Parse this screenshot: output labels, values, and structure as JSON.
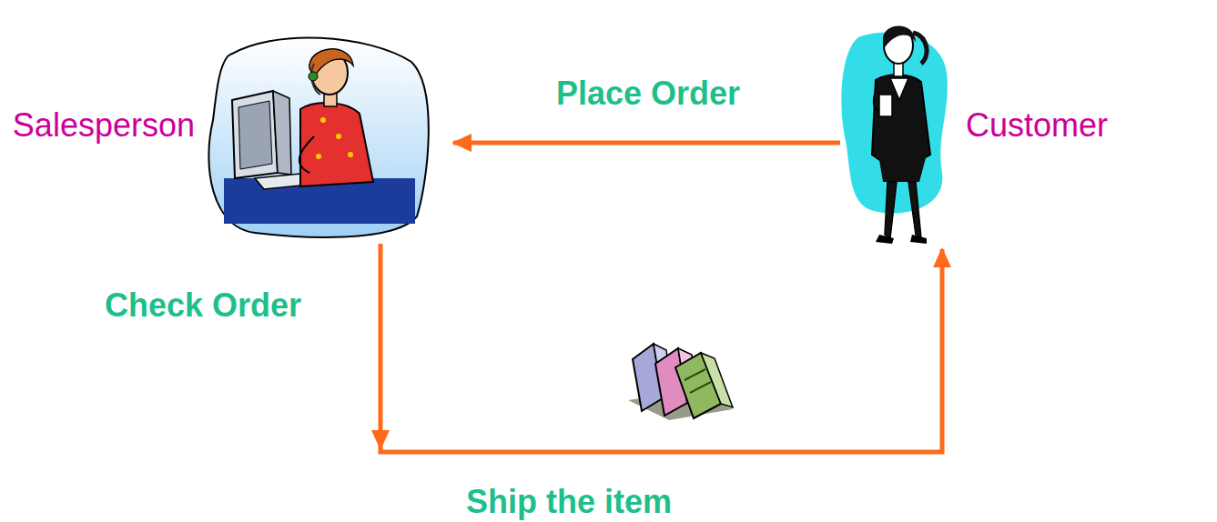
{
  "diagram": {
    "nodes": [
      {
        "text": [
          "Salesperson"
        ]
      },
      {
        "text": [
          "Customer"
        ]
      }
    ],
    "edges": [
      {
        "from": 1,
        "to": 0,
        "arrow": "to",
        "label": "Place Order"
      },
      {
        "from": 0,
        "to": 1,
        "arrow": "to",
        "label": "Ship the item"
      }
    ],
    "labels": [
      "Check Order"
    ]
  }
}
